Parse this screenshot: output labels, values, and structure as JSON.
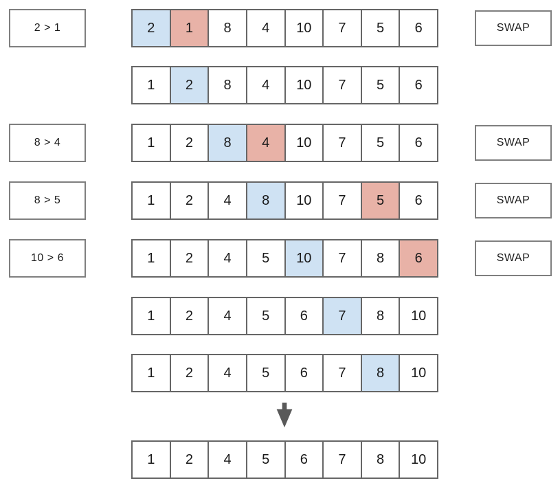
{
  "colors": {
    "highlight_blue": "#cfe2f3",
    "highlight_red": "#e8b2a7",
    "cell_border": "#666666",
    "box_border": "#7f7f7f",
    "arrow": "#595959",
    "text": "#1a1a1a"
  },
  "icons": {
    "arrow": "down-arrow-icon"
  },
  "rows": [
    {
      "label": "2 > 1",
      "swap": "SWAP",
      "cells": [
        {
          "v": "2",
          "hl": "blue"
        },
        {
          "v": "1",
          "hl": "red"
        },
        {
          "v": "8",
          "hl": "none"
        },
        {
          "v": "4",
          "hl": "none"
        },
        {
          "v": "10",
          "hl": "none"
        },
        {
          "v": "7",
          "hl": "none"
        },
        {
          "v": "5",
          "hl": "none"
        },
        {
          "v": "6",
          "hl": "none"
        }
      ]
    },
    {
      "cells": [
        {
          "v": "1",
          "hl": "none"
        },
        {
          "v": "2",
          "hl": "blue"
        },
        {
          "v": "8",
          "hl": "none"
        },
        {
          "v": "4",
          "hl": "none"
        },
        {
          "v": "10",
          "hl": "none"
        },
        {
          "v": "7",
          "hl": "none"
        },
        {
          "v": "5",
          "hl": "none"
        },
        {
          "v": "6",
          "hl": "none"
        }
      ]
    },
    {
      "label": "8 > 4",
      "swap": "SWAP",
      "cells": [
        {
          "v": "1",
          "hl": "none"
        },
        {
          "v": "2",
          "hl": "none"
        },
        {
          "v": "8",
          "hl": "blue"
        },
        {
          "v": "4",
          "hl": "red"
        },
        {
          "v": "10",
          "hl": "none"
        },
        {
          "v": "7",
          "hl": "none"
        },
        {
          "v": "5",
          "hl": "none"
        },
        {
          "v": "6",
          "hl": "none"
        }
      ]
    },
    {
      "label": "8 > 5",
      "swap": "SWAP",
      "cells": [
        {
          "v": "1",
          "hl": "none"
        },
        {
          "v": "2",
          "hl": "none"
        },
        {
          "v": "4",
          "hl": "none"
        },
        {
          "v": "8",
          "hl": "blue"
        },
        {
          "v": "10",
          "hl": "none"
        },
        {
          "v": "7",
          "hl": "none"
        },
        {
          "v": "5",
          "hl": "red"
        },
        {
          "v": "6",
          "hl": "none"
        }
      ]
    },
    {
      "label": "10 > 6",
      "swap": "SWAP",
      "cells": [
        {
          "v": "1",
          "hl": "none"
        },
        {
          "v": "2",
          "hl": "none"
        },
        {
          "v": "4",
          "hl": "none"
        },
        {
          "v": "5",
          "hl": "none"
        },
        {
          "v": "10",
          "hl": "blue"
        },
        {
          "v": "7",
          "hl": "none"
        },
        {
          "v": "8",
          "hl": "none"
        },
        {
          "v": "6",
          "hl": "red"
        }
      ]
    },
    {
      "cells": [
        {
          "v": "1",
          "hl": "none"
        },
        {
          "v": "2",
          "hl": "none"
        },
        {
          "v": "4",
          "hl": "none"
        },
        {
          "v": "5",
          "hl": "none"
        },
        {
          "v": "6",
          "hl": "none"
        },
        {
          "v": "7",
          "hl": "blue"
        },
        {
          "v": "8",
          "hl": "none"
        },
        {
          "v": "10",
          "hl": "none"
        }
      ]
    },
    {
      "cells": [
        {
          "v": "1",
          "hl": "none"
        },
        {
          "v": "2",
          "hl": "none"
        },
        {
          "v": "4",
          "hl": "none"
        },
        {
          "v": "5",
          "hl": "none"
        },
        {
          "v": "6",
          "hl": "none"
        },
        {
          "v": "7",
          "hl": "none"
        },
        {
          "v": "8",
          "hl": "blue"
        },
        {
          "v": "10",
          "hl": "none"
        }
      ]
    },
    {
      "cells": [
        {
          "v": "1",
          "hl": "none"
        },
        {
          "v": "2",
          "hl": "none"
        },
        {
          "v": "4",
          "hl": "none"
        },
        {
          "v": "5",
          "hl": "none"
        },
        {
          "v": "6",
          "hl": "none"
        },
        {
          "v": "7",
          "hl": "none"
        },
        {
          "v": "8",
          "hl": "none"
        },
        {
          "v": "10",
          "hl": "none"
        }
      ]
    }
  ]
}
